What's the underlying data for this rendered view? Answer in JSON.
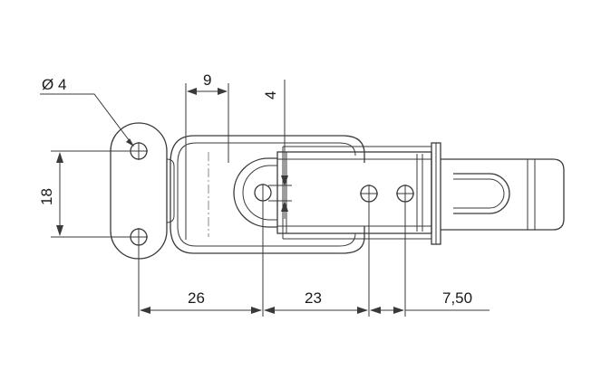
{
  "dimensions": {
    "hole_diameter": "Ø 4",
    "mounting_hole_spacing": "18",
    "hook_width": "9",
    "hook_gap": "4",
    "base_to_hook": "26",
    "hook_to_lever_hole": "23",
    "lever_hole_spacing": "7,50"
  }
}
